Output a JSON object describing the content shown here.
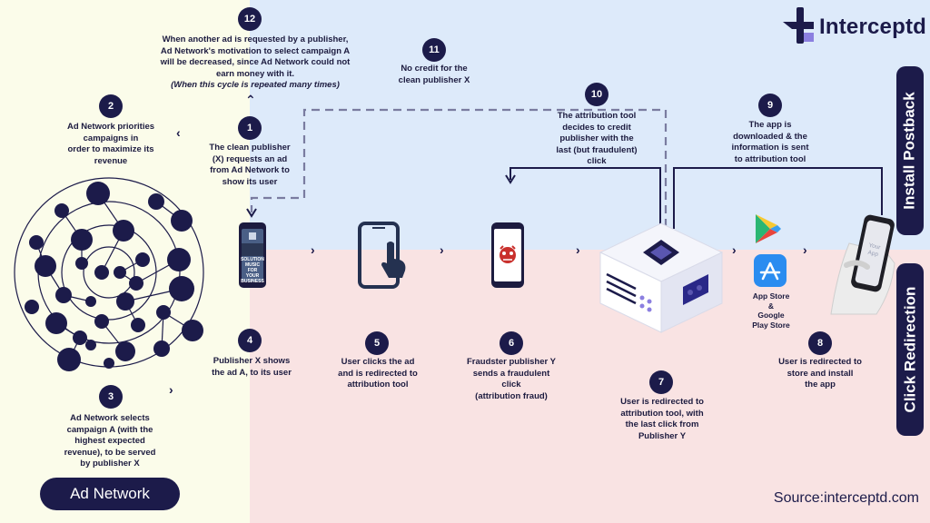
{
  "brand": {
    "name": "Interceptd",
    "navy": "#1c1b4a",
    "accent": "#8b7fe0"
  },
  "source": "Source:interceptd.com",
  "side_tabs": {
    "top": "Install Postback",
    "bottom": "Click Redirection"
  },
  "ad_network_label": "Ad Network",
  "phone_screen_text": "SOLUTION MUSIC FOR YOUR BUSINESS",
  "last_phone_text": "Your App",
  "store_label": {
    "line1": "App Store",
    "line2": "&",
    "line3": "Google",
    "line4": "Play Store"
  },
  "steps": [
    {
      "num": "1",
      "lines": [
        "The clean publisher",
        "(X) requests an ad",
        "from Ad Network to",
        "show its user"
      ]
    },
    {
      "num": "2",
      "lines": [
        "Ad Network priorities",
        "campaigns in",
        "order to maximize its",
        "revenue"
      ]
    },
    {
      "num": "3",
      "lines": [
        "Ad Network selects",
        "campaign A (with the",
        "highest expected",
        "revenue), to be served",
        "by publisher X"
      ]
    },
    {
      "num": "4",
      "lines": [
        "Publisher X shows",
        "the ad A, to its user"
      ]
    },
    {
      "num": "5",
      "lines": [
        "User clicks the ad",
        "and is redirected to",
        "attribution tool"
      ]
    },
    {
      "num": "6",
      "lines": [
        "Fraudster publisher Y",
        "sends a fraudulent",
        "click",
        "(attribution fraud)"
      ]
    },
    {
      "num": "7",
      "lines": [
        "User is redirected to",
        "attribution tool, with",
        "the last click from",
        "Publisher Y"
      ]
    },
    {
      "num": "8",
      "lines": [
        "User is redirected to",
        "store and install",
        "the app"
      ]
    },
    {
      "num": "9",
      "lines": [
        "The app is",
        "downloaded & the",
        "information is sent",
        "to attribution tool"
      ]
    },
    {
      "num": "10",
      "lines": [
        "The attribution tool",
        "decides to credit",
        "publisher with the",
        "last (but fraudulent)",
        "click"
      ]
    },
    {
      "num": "11",
      "lines": [
        "No credit for the",
        "clean publisher X"
      ]
    },
    {
      "num": "12",
      "lines": [
        "When another ad is requested by a publisher,",
        "Ad Network's motivation to select campaign A",
        "will be decreased, since Ad Network could not",
        "earn money with it."
      ],
      "italic_line": "(When this cycle is repeated many times)"
    }
  ]
}
